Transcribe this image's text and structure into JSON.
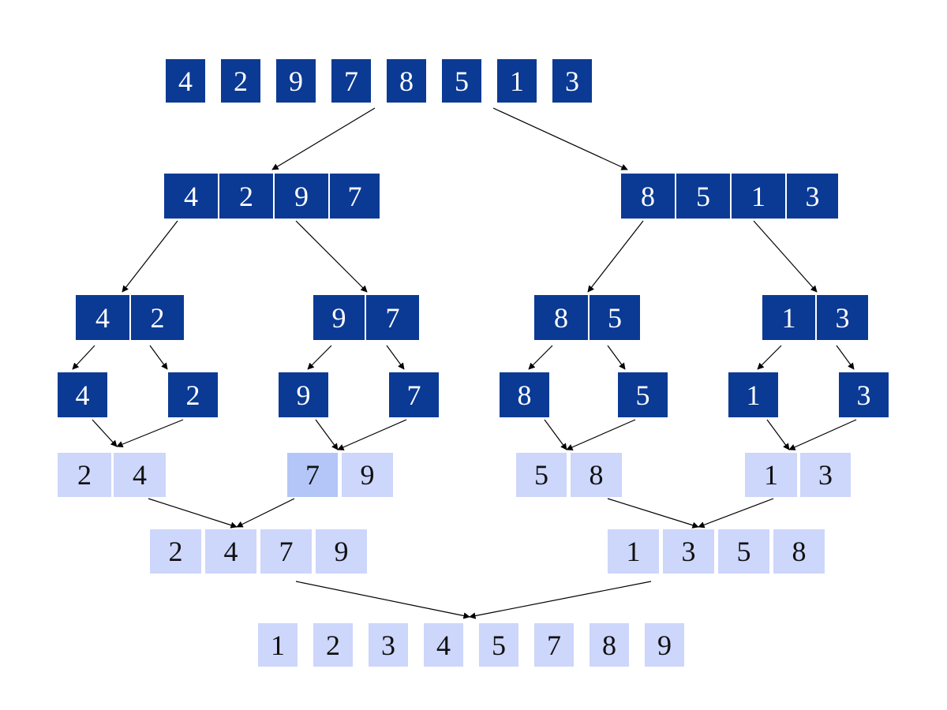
{
  "diagram": {
    "colors": {
      "unsorted": "#0b3a94",
      "merged": "#cdd6fb",
      "highlight": "#b3c6f7",
      "arrow": "#000000",
      "dark_text": "#ffffff",
      "light_text": "#111111"
    },
    "groups": [
      {
        "id": "top",
        "style": "dark",
        "values": [
          "4",
          "2",
          "9",
          "7",
          "8",
          "5",
          "1",
          "3"
        ]
      },
      {
        "id": "l1a",
        "style": "dark",
        "values": [
          "4",
          "2",
          "9",
          "7"
        ]
      },
      {
        "id": "l1b",
        "style": "dark",
        "values": [
          "8",
          "5",
          "1",
          "3"
        ]
      },
      {
        "id": "l2a",
        "style": "dark",
        "values": [
          "4",
          "2"
        ]
      },
      {
        "id": "l2b",
        "style": "dark",
        "values": [
          "9",
          "7"
        ]
      },
      {
        "id": "l2c",
        "style": "dark",
        "values": [
          "8",
          "5"
        ]
      },
      {
        "id": "l2d",
        "style": "dark",
        "values": [
          "1",
          "3"
        ]
      },
      {
        "id": "s4",
        "style": "dark",
        "values": [
          "4"
        ]
      },
      {
        "id": "s2",
        "style": "dark",
        "values": [
          "2"
        ]
      },
      {
        "id": "s9",
        "style": "dark",
        "values": [
          "9"
        ]
      },
      {
        "id": "s7",
        "style": "dark",
        "values": [
          "7"
        ]
      },
      {
        "id": "s8",
        "style": "dark",
        "values": [
          "8"
        ]
      },
      {
        "id": "s5",
        "style": "dark",
        "values": [
          "5"
        ]
      },
      {
        "id": "s1",
        "style": "dark",
        "values": [
          "1"
        ]
      },
      {
        "id": "s3",
        "style": "dark",
        "values": [
          "3"
        ]
      },
      {
        "id": "m2a",
        "style": "light",
        "values": [
          "2",
          "4"
        ]
      },
      {
        "id": "m2b",
        "style": "light",
        "values": [
          "7",
          "9"
        ],
        "highlight_index": 0
      },
      {
        "id": "m2c",
        "style": "light",
        "values": [
          "5",
          "8"
        ]
      },
      {
        "id": "m2d",
        "style": "light",
        "values": [
          "1",
          "3"
        ]
      },
      {
        "id": "m4a",
        "style": "light",
        "values": [
          "2",
          "4",
          "7",
          "9"
        ]
      },
      {
        "id": "m4b",
        "style": "light",
        "values": [
          "1",
          "3",
          "5",
          "8"
        ]
      },
      {
        "id": "final",
        "style": "light",
        "values": [
          "1",
          "2",
          "3",
          "4",
          "5",
          "7",
          "8",
          "9"
        ]
      }
    ]
  }
}
